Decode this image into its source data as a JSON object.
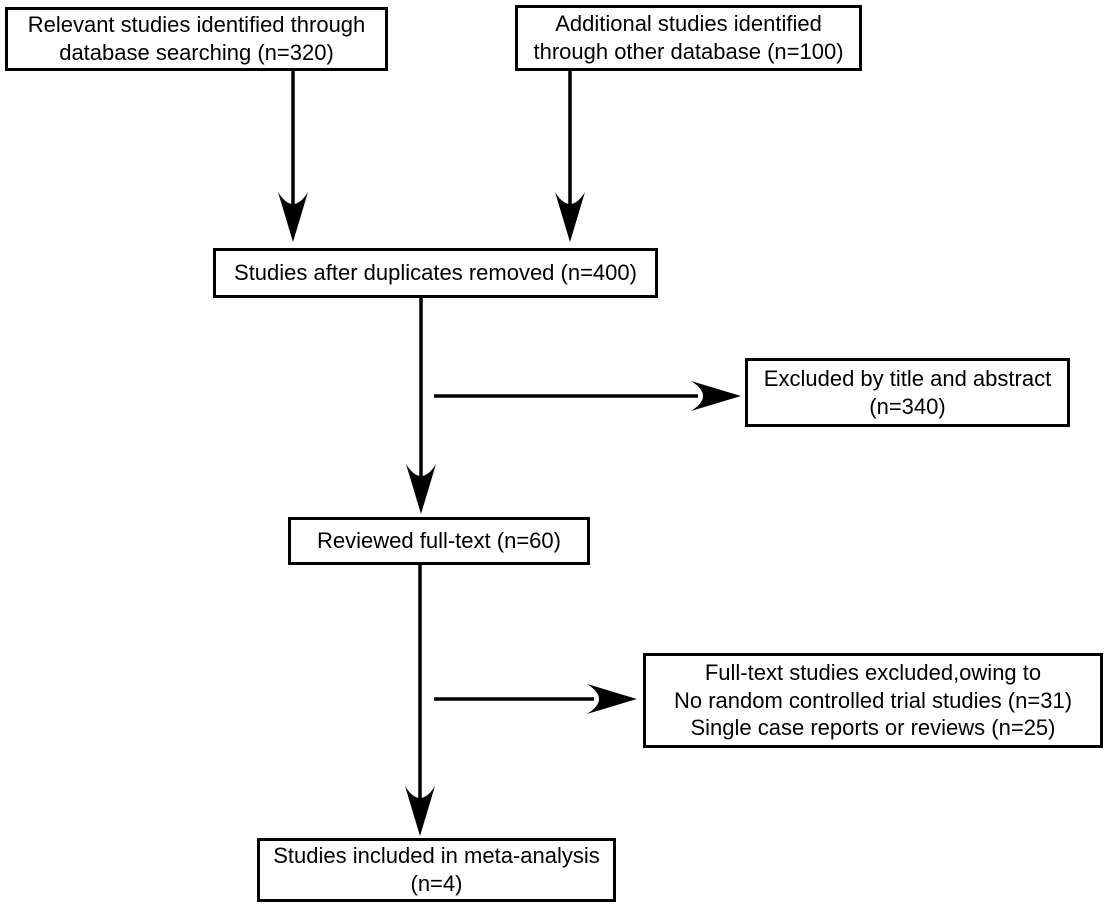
{
  "figure": {
    "type": "flowchart",
    "background_color": "#ffffff",
    "line_color": "#000000",
    "text_color": "#000000"
  },
  "boxes": [
    {
      "name": "relevant-studies-identified",
      "text": "Relevant studies identified through\ndatabase searching (n=320)"
    },
    {
      "name": "additional-studies-identified",
      "text": "Additional studies identified\nthrough other database (n=100)"
    },
    {
      "name": "studies-after-duplicates-removed",
      "text": "Studies after duplicates removed (n=400)"
    },
    {
      "name": "excluded-by-title-and-abstract",
      "text": "Excluded by title and abstract\n(n=340)"
    },
    {
      "name": "reviewed-full-text",
      "text": "Reviewed full-text (n=60)"
    },
    {
      "name": "full-text-studies-excluded",
      "text": "Full-text studies excluded,owing to\nNo random controlled trial studies (n=31)\nSingle case reports or reviews (n=25)"
    },
    {
      "name": "studies-included-in-meta-analysis",
      "text": "Studies included in meta-analysis\n(n=4)"
    }
  ],
  "counts": {
    "database_searching": 320,
    "other_database": 100,
    "after_duplicates_removed": 400,
    "excluded_by_title_and_abstract": 340,
    "reviewed_full_text": 60,
    "no_random_controlled_trial_studies": 31,
    "single_case_reports_or_reviews": 25,
    "included_in_meta_analysis": 4
  }
}
